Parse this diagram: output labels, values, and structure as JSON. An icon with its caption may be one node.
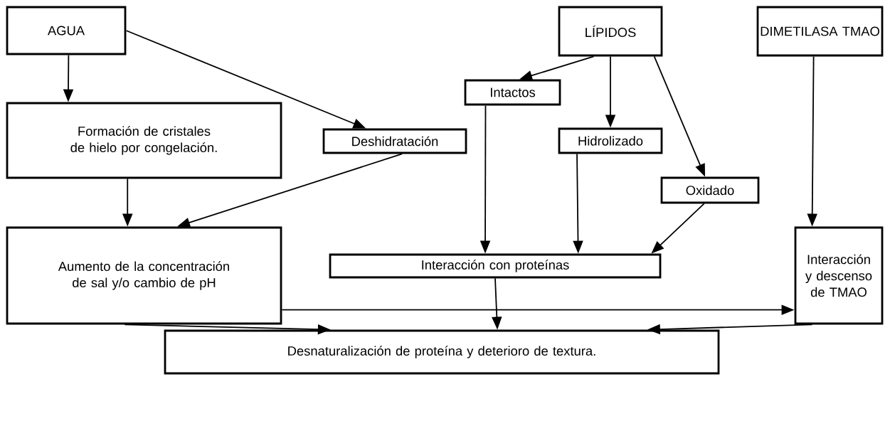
{
  "diagram": {
    "nodes": [
      {
        "text": [
          "AGUA"
        ]
      },
      {
        "text": [
          "Formación de cristales de hielo por congelación."
        ]
      },
      {
        "text": [
          "Deshidratación"
        ]
      },
      {
        "text": [
          "LÍPIDOS"
        ]
      },
      {
        "text": [
          "Intactos"
        ]
      },
      {
        "text": [
          "Hidrolizado"
        ]
      },
      {
        "text": [
          "Oxidado"
        ]
      },
      {
        "text": [
          "DIMETILASA TMAO"
        ]
      },
      {
        "text": [
          "Aumento de la concentración de sal y/o cambio de pH"
        ]
      },
      {
        "text": [
          "Interacción con proteínas"
        ]
      },
      {
        "text": [
          "Interacción y descenso de TMAO"
        ]
      },
      {
        "text": [
          "Desnaturalización de proteína y deterioro de textura."
        ]
      }
    ],
    "edges": [
      {
        "from": 0,
        "to": 1,
        "arrow": "to"
      },
      {
        "from": 0,
        "to": 2,
        "arrow": "to"
      },
      {
        "from": 3,
        "to": 4,
        "arrow": "to"
      },
      {
        "from": 3,
        "to": 5,
        "arrow": "to"
      },
      {
        "from": 3,
        "to": 6,
        "arrow": "to"
      },
      {
        "from": 7,
        "to": 10,
        "arrow": "to"
      },
      {
        "from": 1,
        "to": 8,
        "arrow": "to"
      },
      {
        "from": 2,
        "to": 8,
        "arrow": "to"
      },
      {
        "from": 4,
        "to": 9,
        "arrow": "to"
      },
      {
        "from": 5,
        "to": 9,
        "arrow": "to"
      },
      {
        "from": 6,
        "to": 9,
        "arrow": "to"
      },
      {
        "from": 8,
        "to": 10,
        "arrow": "to"
      },
      {
        "from": 8,
        "to": 11,
        "arrow": "to"
      },
      {
        "from": 9,
        "to": 11,
        "arrow": "to"
      },
      {
        "from": 10,
        "to": 11,
        "arrow": "to"
      }
    ]
  }
}
